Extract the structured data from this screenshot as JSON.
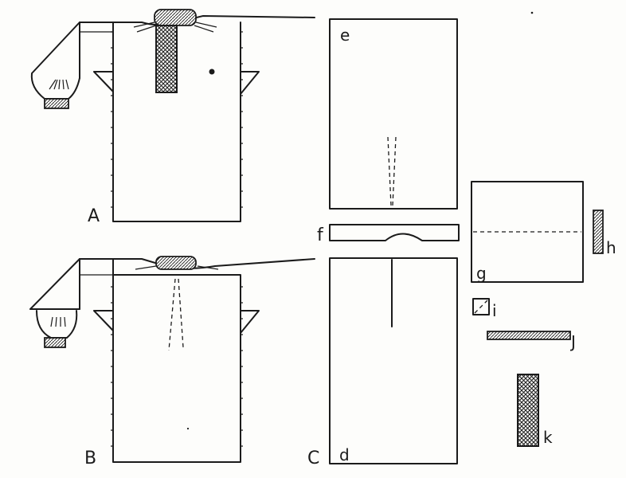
{
  "labels": {
    "a": "A",
    "b": "B",
    "c": "C",
    "d": "d",
    "e": "e",
    "f": "f",
    "g": "g",
    "h": "h",
    "i": "i",
    "j": "J",
    "k": "k"
  }
}
